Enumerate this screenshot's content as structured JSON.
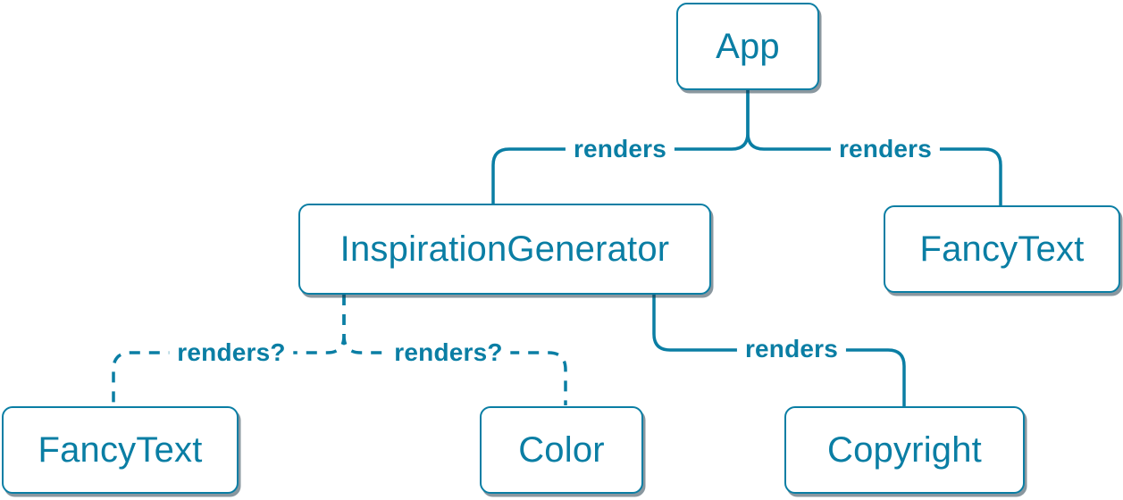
{
  "diagram": {
    "type": "component-tree",
    "accent_color": "#0a7ea4",
    "node_background": "#ffffff",
    "nodes": [
      {
        "id": "app",
        "label": "App"
      },
      {
        "id": "inspiration-generator",
        "label": "InspirationGenerator"
      },
      {
        "id": "fancy-text-top",
        "label": "FancyText"
      },
      {
        "id": "fancy-text-bottom",
        "label": "FancyText"
      },
      {
        "id": "color",
        "label": "Color"
      },
      {
        "id": "copyright",
        "label": "Copyright"
      }
    ],
    "edges": [
      {
        "from": "App",
        "to": "InspirationGenerator",
        "label": "renders",
        "style": "solid"
      },
      {
        "from": "App",
        "to": "FancyText",
        "label": "renders",
        "style": "solid"
      },
      {
        "from": "InspirationGenerator",
        "to": "FancyText",
        "label": "renders?",
        "style": "dashed"
      },
      {
        "from": "InspirationGenerator",
        "to": "Color",
        "label": "renders?",
        "style": "dashed"
      },
      {
        "from": "InspirationGenerator",
        "to": "Copyright",
        "label": "renders",
        "style": "solid"
      }
    ]
  }
}
